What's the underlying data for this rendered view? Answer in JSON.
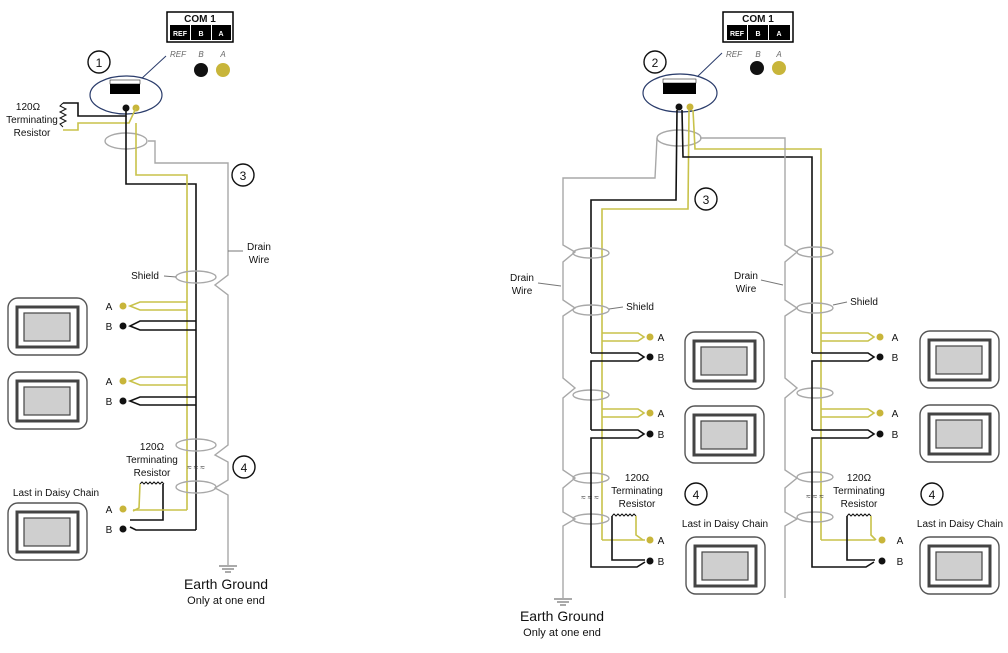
{
  "colors": {
    "wire_b": "#111111",
    "wire_a": "#c8c24a",
    "drain": "#a8a8a8",
    "dot_a": "#c8b53a",
    "dot_b": "#111111",
    "com_bg": "#000000",
    "screen": "#cfcfcf"
  },
  "com_block": {
    "title": "COM 1",
    "pins": [
      "REF",
      "B",
      "A"
    ],
    "legend": {
      "ref": "REF",
      "b": "B",
      "a": "A"
    }
  },
  "left_diagram": {
    "callouts": [
      "1",
      "3",
      "4"
    ],
    "resistor_top": {
      "line1": "120Ω",
      "line2": "Terminating",
      "line3": "Resistor"
    },
    "drain_wire": {
      "line1": "Drain",
      "line2": "Wire"
    },
    "shield": "Shield",
    "terminal_a": "A",
    "terminal_b": "B",
    "resistor_bottom": {
      "line1": "120Ω",
      "line2": "Terminating",
      "line3": "Resistor"
    },
    "last_in_chain": "Last in Daisy Chain",
    "earth_ground": "Earth Ground",
    "earth_note": "Only at one end"
  },
  "right_diagram": {
    "callouts": [
      "2",
      "3",
      "4",
      "4"
    ],
    "drain_wire": {
      "line1": "Drain",
      "line2": "Wire"
    },
    "shield": "Shield",
    "terminal_a": "A",
    "terminal_b": "B",
    "resistor": {
      "line1": "120Ω",
      "line2": "Terminating",
      "line3": "Resistor"
    },
    "last_in_chain": "Last in Daisy Chain",
    "earth_ground": "Earth Ground",
    "earth_note": "Only at one end"
  }
}
